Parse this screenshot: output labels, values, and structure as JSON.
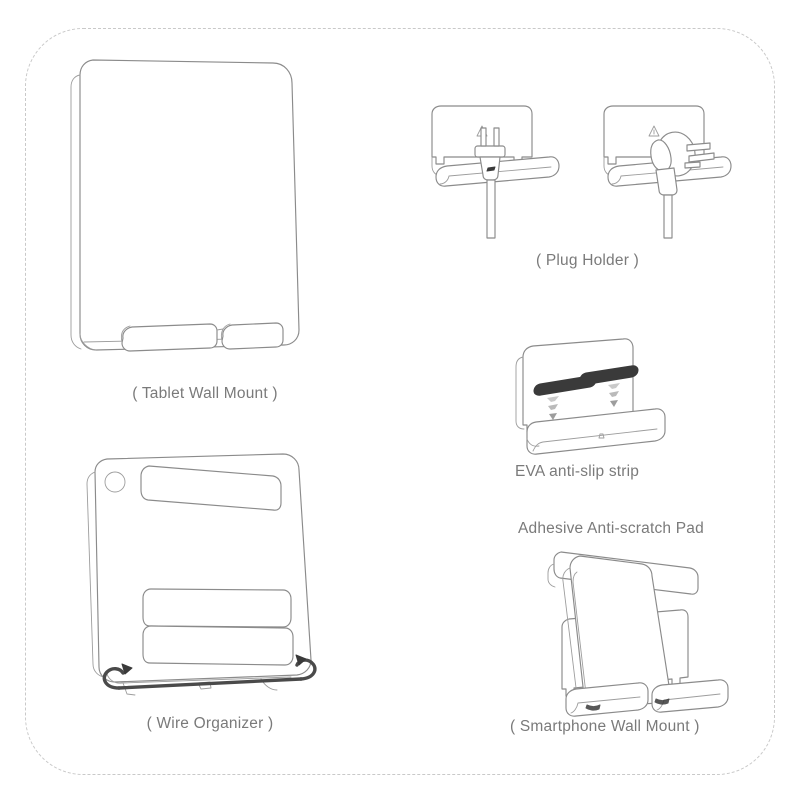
{
  "sheet": {
    "title": "Tablet / Smartphone Wall Mount Accessory Illustration Sheet",
    "background_color": "#ffffff",
    "frame_color": "#c9c9c9",
    "line_color": "#8b8b8b",
    "caption_color": "#7a7a7a",
    "accent_dark_color": "#3a3a3a"
  },
  "figures": [
    {
      "id": "tablet-wall-mount",
      "caption": "( Tablet Wall Mount )",
      "description": "Angled three-quarter view of a flat tablet wall mount plate with two rounded tray lips along the bottom edge"
    },
    {
      "id": "plug-holder",
      "caption": "( Plug Holder )",
      "description": "Two views of the mount holding a power plug: a flat two-prong plug and a round three-prong plug resting in the tray",
      "variants": [
        {
          "id": "plug-holder-flat",
          "label": "flat two-prong plug"
        },
        {
          "id": "plug-holder-round",
          "label": "round three-prong plug"
        }
      ]
    },
    {
      "id": "eva-anti-slip-strip",
      "caption": "EVA anti-slip strip",
      "description": "Two dark EVA strips with downward arrows indicating application onto the mount tray"
    },
    {
      "id": "wire-organizer",
      "caption": "( Wire Organizer )",
      "description": "Rear view of the mount showing a keyhole slot, cable channel slots, and a dark wire routed around the base with curling arrows at both ends"
    },
    {
      "id": "smartphone-wall-mount",
      "caption": "( Smartphone Wall Mount )",
      "label": "Adhesive Anti-scratch Pad",
      "description": "Smartphone seated in the wall mount with an adhesive anti-scratch pad strip called out above"
    }
  ]
}
